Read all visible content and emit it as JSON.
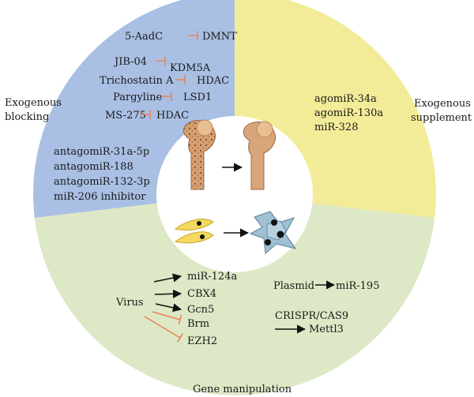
{
  "colors": {
    "blocking_sector": "#a9bfe3",
    "supplement_sector": "#f2ec98",
    "manipulation_sector": "#dde8c6",
    "inhibit_mark": "#e8845a",
    "activate_arrow": "#111111"
  },
  "labels": {
    "exogenous_blocking": [
      "Exogenous",
      "blocking"
    ],
    "exogenous_supplement": [
      "Exogenous",
      "supplement"
    ],
    "gene_manipulation": "Gene manipulation"
  },
  "blocking": {
    "inhibitors": [
      {
        "drug": "5-AadC",
        "target": "DMNT"
      },
      {
        "drug": "JIB-04",
        "target": "KDM5A"
      },
      {
        "drug": "Trichostatin A",
        "target": "HDAC"
      },
      {
        "drug": "Pargyline",
        "target": "LSD1"
      },
      {
        "drug": "MS-275",
        "target": "HDAC"
      }
    ],
    "antagomirs": [
      "antagomiR-31a-5p",
      "antagomiR-188",
      "antagomiR-132-3p",
      "miR-206 inhibitor"
    ]
  },
  "supplement": {
    "agomirs": [
      "agomiR-34a",
      "agomiR-130a",
      "miR-328"
    ]
  },
  "manipulation": {
    "virus_label": "Virus",
    "virus_targets": [
      "miR-124a",
      "CBX4",
      "Gcn5",
      "Brm",
      "EZH2"
    ],
    "plasmid": {
      "vector": "Plasmid",
      "target": "miR-195"
    },
    "crispr": {
      "tool": "CRISPR/CAS9",
      "target": "Mettl3"
    }
  },
  "center": {
    "bone_icon": "femur-bone-icon",
    "cell_icon": "osteoblast-cells-icon"
  }
}
